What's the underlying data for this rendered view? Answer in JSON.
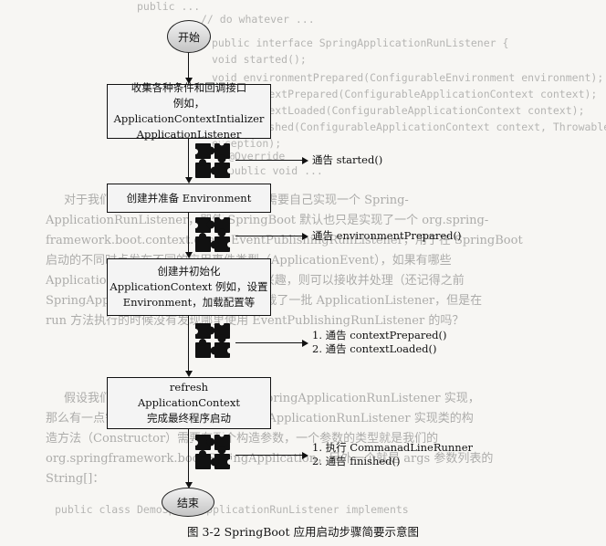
{
  "background_text": {
    "code_top": [
      "public ...",
      "// do whatever ...",
      "public interface SpringApplicationRunListener {",
      "    void started();",
      "    void environmentPrepared(ConfigurableEnvironment environment);",
      "    void contextPrepared(ConfigurableApplicationContext context);",
      "    void contextLoaded(ConfigurableApplicationContext context);",
      "    void finished(ConfigurableApplicationContext context, Throwable",
      "    exception);",
      "    @Override",
      "    public void ..."
    ],
    "prose": [
      "对于我们来说，基本没什么常见的场景需要自己实现一个 Spring-",
      "ApplicationRunListener，即使 SpringBoot 默认也只是实现了一个 org.spring-",
      "framework.boot.context.event.EventPublishingRunListener，用于在 SpringBoot",
      "启动的不同时点发布不同的应用事件类型（ApplicationEvent），如果有哪些",
      "ApplicationListener 对这些应用事件感兴趣，则可以接收并处理（还记得之前",
      "SpringApplication 实例初始化的时候加载了一批 ApplicationListener，但是在",
      "run 方法执行的时候没有发现哪里使用 EventPublishingRunListener 的吗？"
    ],
    "prose_bottom": [
      "假设我们真的有场景需要自定义一个 SpringApplicationRunListener 实现，",
      "那么有一点需要注意，即任何一个 SpringApplicationRunListener 实现类的构",
      "造方法（Constructor）需要有两个构造参数，一个参数的类型就是我们的",
      "org.springframework.boot.SpringApplication，另外一个就是 args 参数列表的",
      "String[]：",
      "public class DemoSpringApplicationRunListener implements"
    ]
  },
  "flow": {
    "start_label": "开始",
    "end_label": "结束",
    "steps": [
      {
        "lines": [
          "收集各种条件和回调接口",
          "例如，ApplicationContextIntializer",
          "ApplicationListener"
        ]
      },
      {
        "lines": [
          "创建并准备 Environment"
        ]
      },
      {
        "lines": [
          "创建并初始化",
          "ApplicationContext 例如，设置",
          "Environment，加载配置等"
        ]
      },
      {
        "lines": [
          "refresh",
          "ApplicationContext",
          "完成最终程序启动"
        ]
      }
    ],
    "notifications": [
      {
        "lines": [
          "通告 started()"
        ]
      },
      {
        "lines": [
          "通告 environmentPrepared()"
        ]
      },
      {
        "lines": [
          "1. 通告 contextPrepared()",
          "2. 通告 contextLoaded()"
        ]
      },
      {
        "lines": [
          "1. 执行 CommanadLineRunner",
          "2. 通告 finished()"
        ]
      }
    ]
  },
  "caption": "图 3-2   SpringBoot 应用启动步骤简要示意图"
}
